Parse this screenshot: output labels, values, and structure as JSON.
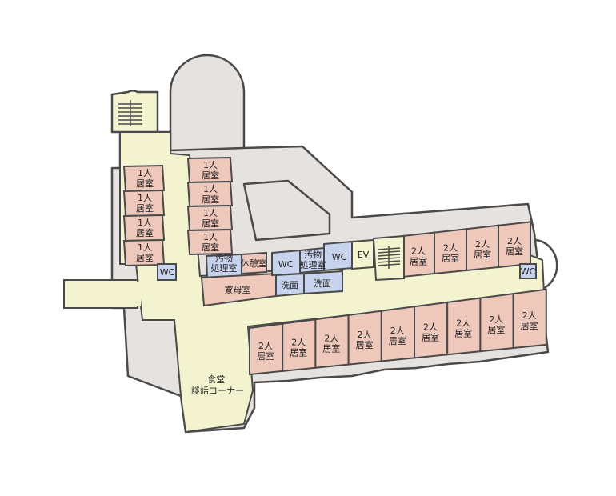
{
  "colors": {
    "resident_room": "#efc8bc",
    "sanitary": "#c7d2ec",
    "corridor": "#f3f3d0",
    "structure": "#e6e2e0",
    "wall": "#4a4a4a"
  },
  "rooms": {
    "single_rooms": [
      {
        "line1": "1人",
        "line2": "居室"
      },
      {
        "line1": "1人",
        "line2": "居室"
      },
      {
        "line1": "1人",
        "line2": "居室"
      },
      {
        "line1": "1人",
        "line2": "居室"
      },
      {
        "line1": "1人",
        "line2": "居室"
      },
      {
        "line1": "1人",
        "line2": "居室"
      },
      {
        "line1": "1人",
        "line2": "居室"
      },
      {
        "line1": "1人",
        "line2": "居室"
      }
    ],
    "double_rooms_north": [
      {
        "line1": "2人",
        "line2": "居室"
      },
      {
        "line1": "2人",
        "line2": "居室"
      },
      {
        "line1": "2人",
        "line2": "居室"
      },
      {
        "line1": "2人",
        "line2": "居室"
      }
    ],
    "double_rooms_south": [
      {
        "line1": "2人",
        "line2": "居室"
      },
      {
        "line1": "2人",
        "line2": "居室"
      },
      {
        "line1": "2人",
        "line2": "居室"
      },
      {
        "line1": "2人",
        "line2": "居室"
      },
      {
        "line1": "2人",
        "line2": "居室"
      },
      {
        "line1": "2人",
        "line2": "居室"
      },
      {
        "line1": "2人",
        "line2": "居室"
      },
      {
        "line1": "2人",
        "line2": "居室"
      },
      {
        "line1": "2人",
        "line2": "居室"
      }
    ],
    "wc": "WC",
    "soiled_utility": {
      "line1": "汚物",
      "line2": "処理室"
    },
    "lounge": "休憩室",
    "matron_room": "寮母室",
    "washroom": "洗面",
    "elevator": "EV",
    "dining": {
      "line1": "食堂",
      "line2": "談話コーナー"
    }
  }
}
